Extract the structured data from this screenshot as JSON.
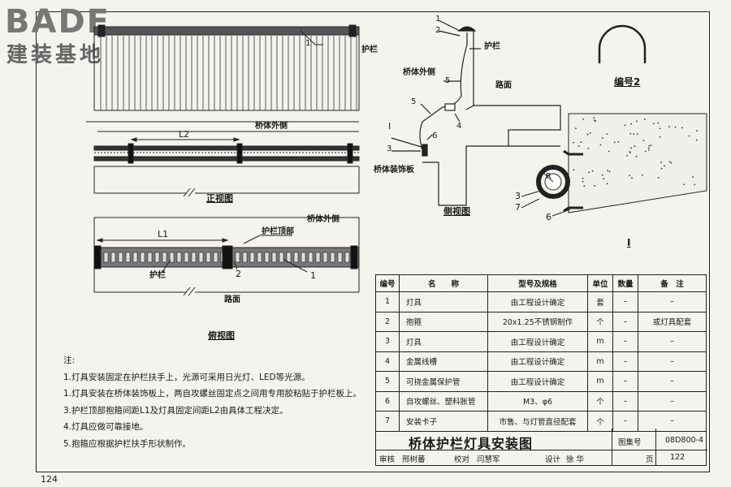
{
  "logo": {
    "main": "BADE",
    "sub": "建装基地"
  },
  "page_number": "124",
  "front_view": {
    "caption": "正视图",
    "labels": {
      "railing": "护栏",
      "bridge_outer_side": "桥体外侧",
      "dim_l2": "L2",
      "callout_1": "1"
    }
  },
  "section_view": {
    "caption": "侧视图",
    "labels": {
      "railing": "护栏",
      "bridge_outer_side": "桥体外侧",
      "road_surface": "路面",
      "decorative_panel": "桥体装饰板",
      "detail_ref": "I",
      "callouts": [
        "1",
        "2",
        "5",
        "5",
        "3",
        "6",
        "4"
      ]
    }
  },
  "top_view": {
    "caption": "俯视图",
    "labels": {
      "bridge_outer_side": "桥体外侧",
      "railing_top": "护栏顶部",
      "railing": "护栏",
      "road_surface": "路面",
      "dim_l1": "L1",
      "callout_2": "2",
      "callout_1": "1"
    }
  },
  "detail_2": {
    "caption": "编号2"
  },
  "detail_1": {
    "caption": "I",
    "radius": "R",
    "callouts": [
      "3",
      "7",
      "6"
    ]
  },
  "notes": {
    "heading": "注:",
    "items": [
      "1.灯具安装固定在护栏扶手上，光源可采用日光灯、LED等光源。",
      "1.灯具安装在桥体装饰板上，两自攻螺丝固定点之间用专用胶粘贴于护栏板上。",
      "3.护栏顶部抱箍间距L1及灯具固定间距L2由具体工程决定。",
      "4.灯具应做可靠接地。",
      "5.抱箍应根据护栏扶手形状制作。"
    ]
  },
  "table": {
    "headers": [
      "编号",
      "名　　称",
      "型号及规格",
      "单位",
      "数量",
      "备　注"
    ],
    "rows": [
      [
        "1",
        "灯具",
        "由工程设计确定",
        "套",
        "–",
        "–"
      ],
      [
        "2",
        "抱箍",
        "20x1.25不锈钢制作",
        "个",
        "–",
        "或灯具配套"
      ],
      [
        "3",
        "灯具",
        "由工程设计确定",
        "m",
        "–",
        "–"
      ],
      [
        "4",
        "金属线槽",
        "由工程设计确定",
        "m",
        "–",
        "–"
      ],
      [
        "5",
        "可挠金属保护管",
        "由工程设计确定",
        "m",
        "–",
        "–"
      ],
      [
        "6",
        "自攻螺丝、塑料胀管",
        "M3、φ6",
        "个",
        "–",
        "–"
      ],
      [
        "7",
        "安装卡子",
        "市售、与灯管直径配套",
        "个",
        "–",
        "–"
      ]
    ]
  },
  "title_block": {
    "title": "桥体护栏灯具安装图",
    "set_label": "图集号",
    "set_value": "08D800-4",
    "review": "审核",
    "reviewer": "邢树蕃",
    "check": "校对",
    "checker": "闫慧军",
    "design": "设计",
    "designer": "徐 华",
    "page_label": "页",
    "page_value": "122"
  }
}
